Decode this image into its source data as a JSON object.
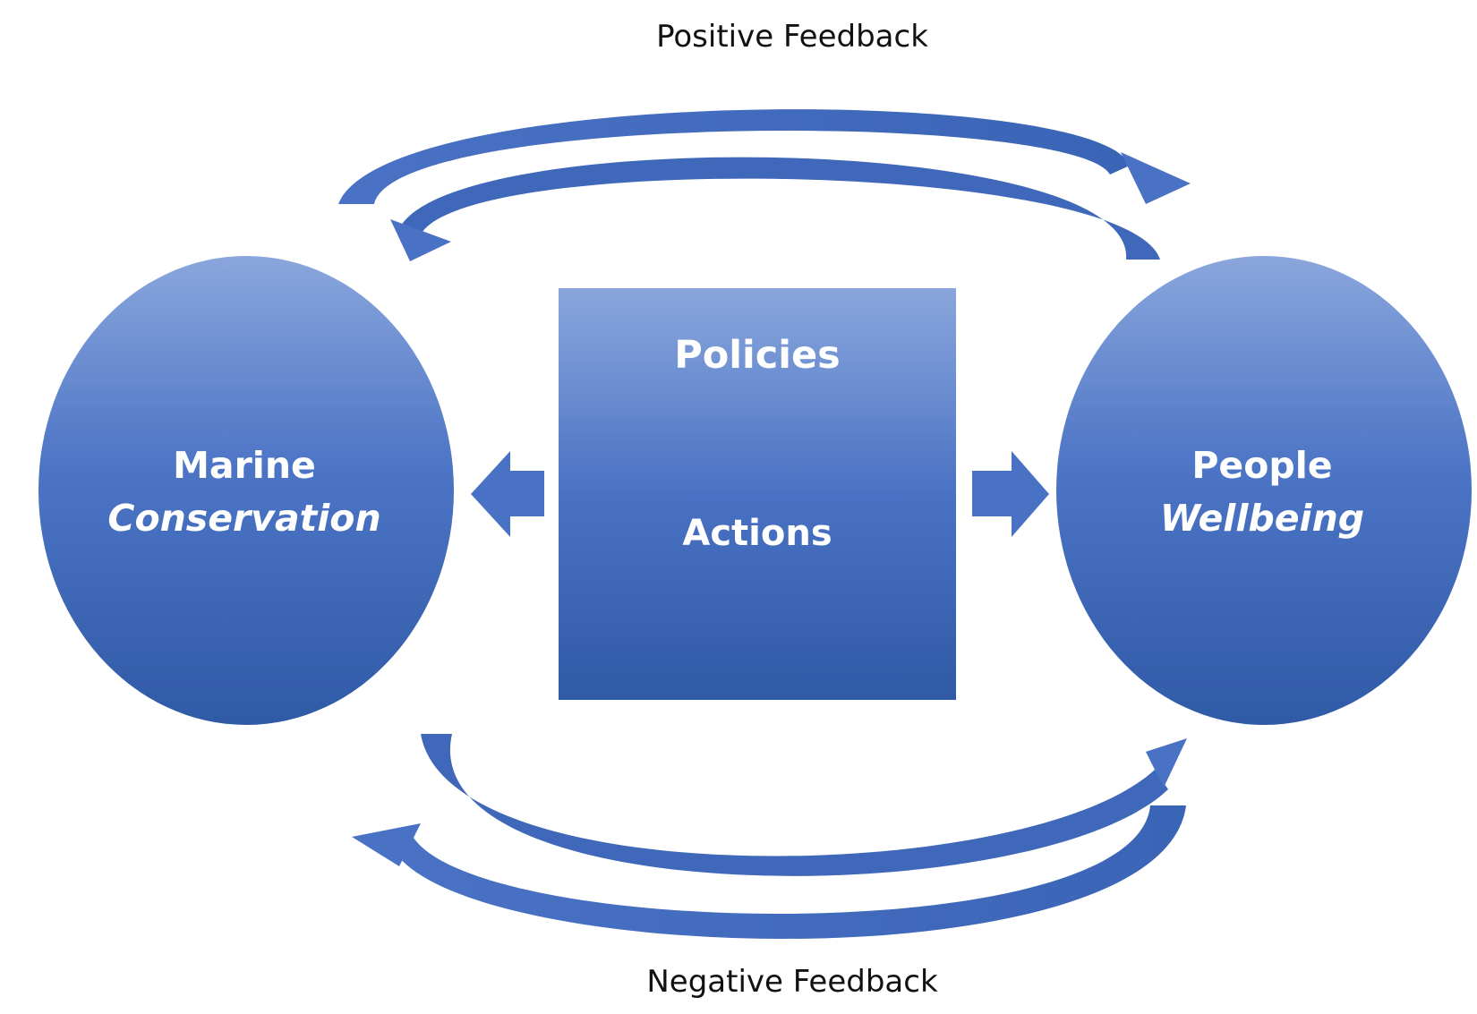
{
  "feedback": {
    "positive_label": "Positive Feedback",
    "negative_label": "Negative Feedback"
  },
  "center_box": {
    "policies_label": "Policies",
    "actions_label": "Actions"
  },
  "left_node": {
    "line1": "Marine",
    "line2": "Conservation"
  },
  "right_node": {
    "line1": "People",
    "line2": "Wellbeing"
  },
  "colors": {
    "primary": "#4a72c4",
    "light": "#8aa6dc",
    "dark": "#2f5aa6",
    "text": "#ffffff",
    "label": "#111111"
  }
}
